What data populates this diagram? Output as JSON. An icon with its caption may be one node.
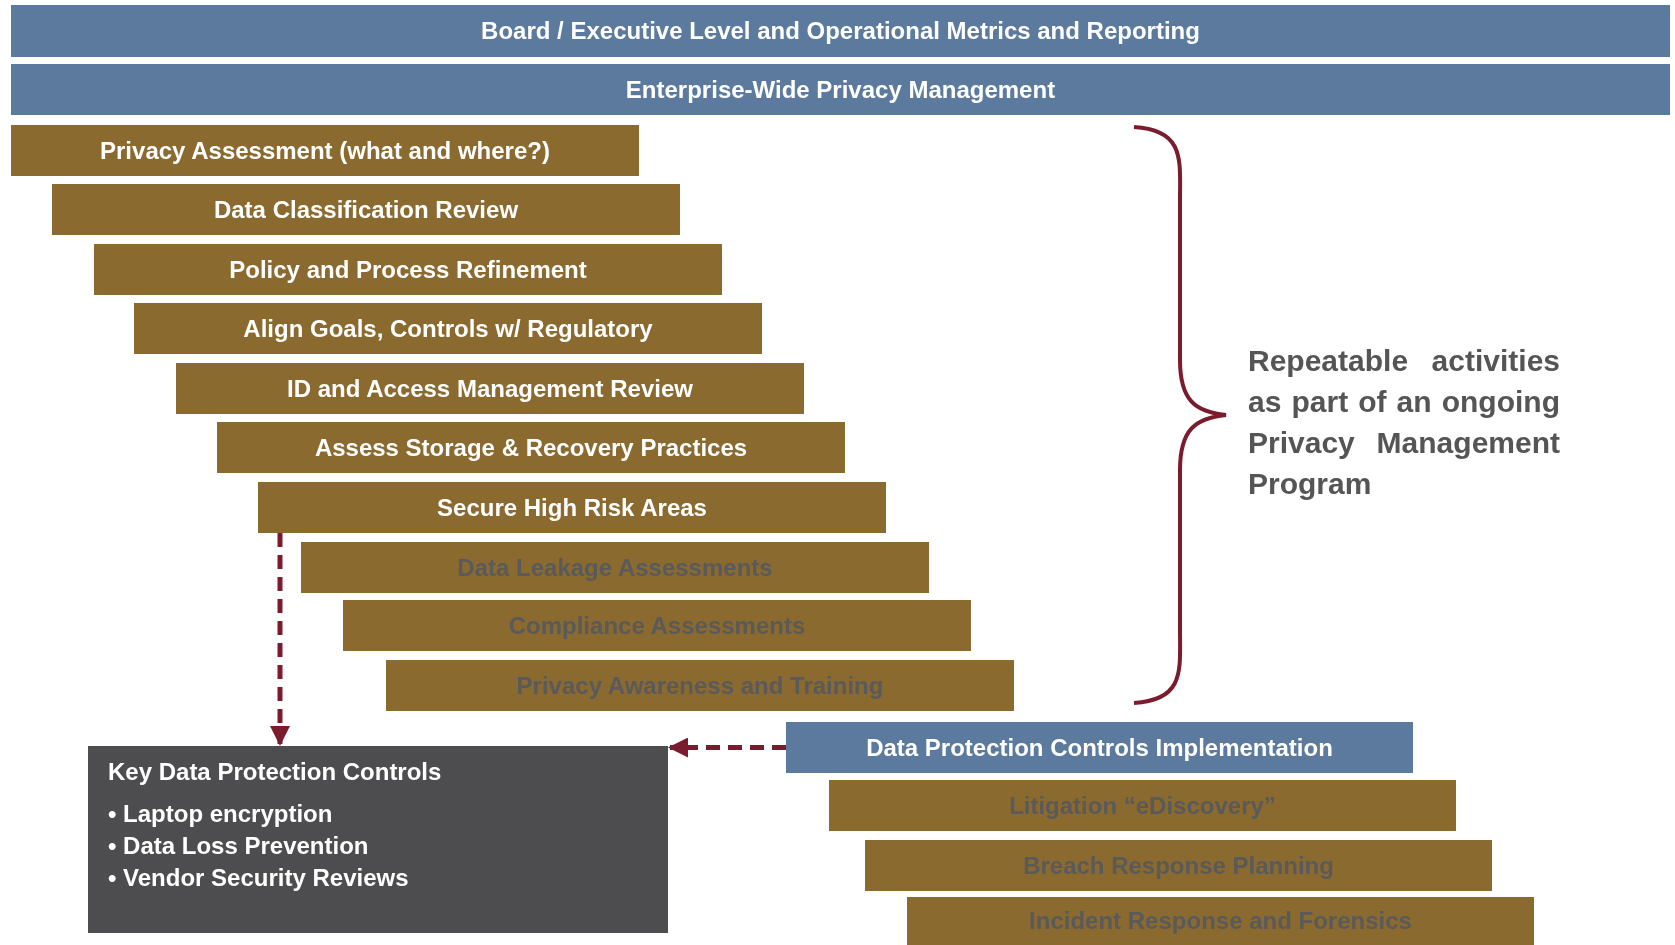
{
  "diagram": {
    "nodes": [
      {
        "text": [
          "Board / Executive Level and Operational Metrics and Reporting"
        ]
      },
      {
        "text": [
          "Enterprise-Wide Privacy Management"
        ]
      },
      {
        "text": [
          "Privacy Assessment (what and where?)"
        ]
      },
      {
        "text": [
          "Data Classification Review"
        ]
      },
      {
        "text": [
          "Policy and Process Refinement"
        ]
      },
      {
        "text": [
          "Align Goals, Controls w/ Regulatory"
        ]
      },
      {
        "text": [
          "ID and Access Management Review"
        ]
      },
      {
        "text": [
          "Assess Storage & Recovery Practices"
        ]
      },
      {
        "text": [
          "Secure High Risk Areas"
        ]
      },
      {
        "text": [
          "Data Leakage Assessments"
        ]
      },
      {
        "text": [
          "Compliance Assessments"
        ]
      },
      {
        "text": [
          "Privacy Awareness and Training"
        ]
      },
      {
        "text": [
          "Key Data Protection Controls",
          "• Laptop encryption",
          "• Data Loss Prevention",
          "• Vendor Security Reviews"
        ]
      },
      {
        "text": [
          "Data Protection Controls Implementation"
        ]
      },
      {
        "text": [
          "Litigation “eDiscovery”"
        ]
      },
      {
        "text": [
          "Breach Response Planning"
        ]
      },
      {
        "text": [
          "Incident Response and Forensics"
        ]
      }
    ],
    "edges": [
      {
        "from": 8,
        "to": 12,
        "arrow": "to",
        "style": "dashed"
      },
      {
        "from": 13,
        "to": 12,
        "arrow": "to",
        "style": "dashed"
      }
    ],
    "labels": [
      "Repeatable activities as part of an ongoing Privacy Management Program"
    ]
  }
}
